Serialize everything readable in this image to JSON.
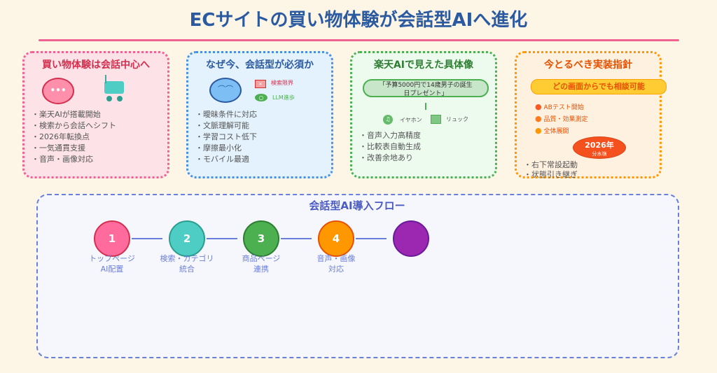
{
  "title": "ECサイトの買い物体験が会話型AIへ進化",
  "cards": [
    {
      "title": "買い物体験は会話中心へ",
      "items": [
        "楽天AIが搭載開始",
        "検索から会話へシフト",
        "2026年転換点",
        "一気通貫支援",
        "音声・画像対応"
      ]
    },
    {
      "title": "なぜ今、会話型が必須か",
      "legend": [
        {
          "icon": "×",
          "label": "検索限界"
        },
        {
          "icon": "○",
          "label": "LLM進歩"
        }
      ],
      "items": [
        "曖昧条件に対応",
        "文脈理解可能",
        "学習コスト低下",
        "摩擦最小化",
        "モバイル最適"
      ]
    },
    {
      "title": "楽天AIで見えた具体像",
      "query": "「予算5000円で14歳男子の誕生日プレゼント」",
      "results": [
        "イヤホン",
        "リュック"
      ],
      "items": [
        "音声入力高精度",
        "比較表自動生成",
        "改善余地あり"
      ]
    },
    {
      "title": "今とるべき実装指針",
      "banner": "どの画面からでも相談可能",
      "steps": [
        "ABテスト開始",
        "品質・効果測定",
        "全体展開"
      ],
      "badge_year": "2026年",
      "badge_sub": "分水嶺",
      "items": [
        "右下常設起動",
        "状態引き継ぎ"
      ]
    }
  ],
  "flow": {
    "title": "会話型AI導入フロー",
    "steps": [
      {
        "num": "1",
        "label": "トップページ\nAI配置",
        "color": "#ff6b9d"
      },
      {
        "num": "2",
        "label": "検索・カテゴリ\n統合",
        "color": "#4ecdc4"
      },
      {
        "num": "3",
        "label": "商品ページ\n連携",
        "color": "#4caf50"
      },
      {
        "num": "4",
        "label": "音声・画像\n対応",
        "color": "#ff9800"
      },
      {
        "num": "",
        "label": "",
        "color": "#9c27b0"
      }
    ]
  }
}
